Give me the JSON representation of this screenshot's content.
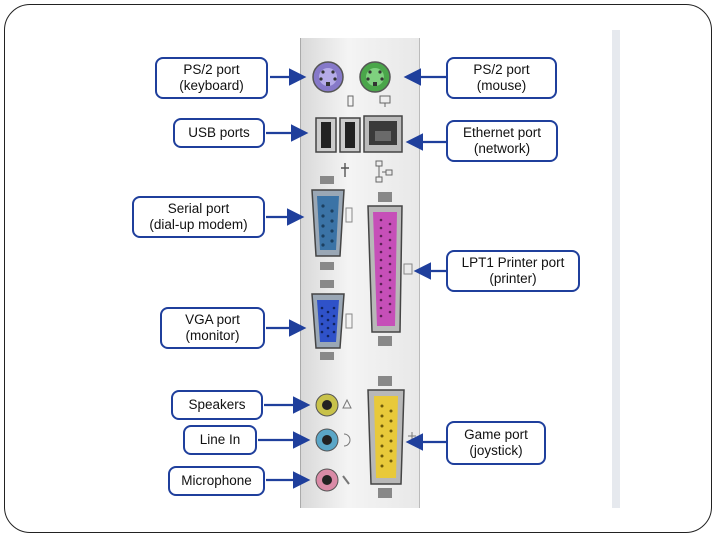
{
  "labels": {
    "ps2_keyboard": {
      "line1": "PS/2 port",
      "line2": "(keyboard)"
    },
    "ps2_mouse": {
      "line1": "PS/2 port",
      "line2": "(mouse)"
    },
    "usb": {
      "line1": "USB ports"
    },
    "ethernet": {
      "line1": "Ethernet port",
      "line2": "(network)"
    },
    "serial": {
      "line1": "Serial port",
      "line2": "(dial-up modem)"
    },
    "lpt1": {
      "line1": "LPT1 Printer port",
      "line2": "(printer)"
    },
    "vga": {
      "line1": "VGA port",
      "line2": "(monitor)"
    },
    "speakers": {
      "line1": "Speakers"
    },
    "line_in": {
      "line1": "Line In"
    },
    "microphone": {
      "line1": "Microphone"
    },
    "game": {
      "line1": "Game port",
      "line2": "(joystick)"
    }
  },
  "colors": {
    "label_border": "#1f3f9c",
    "arrow": "#1f3f9c",
    "keyboard_port": "#9b8ed6",
    "mouse_port": "#5fb85f",
    "serial_port": "#2e6fa0",
    "vga_port": "#2f52c9",
    "parallel_port": "#c64fb8",
    "game_port": "#e8c93a",
    "speaker_jack": "#c8c24a",
    "line_in_jack": "#5aa6c7",
    "mic_jack": "#d98aa6"
  }
}
